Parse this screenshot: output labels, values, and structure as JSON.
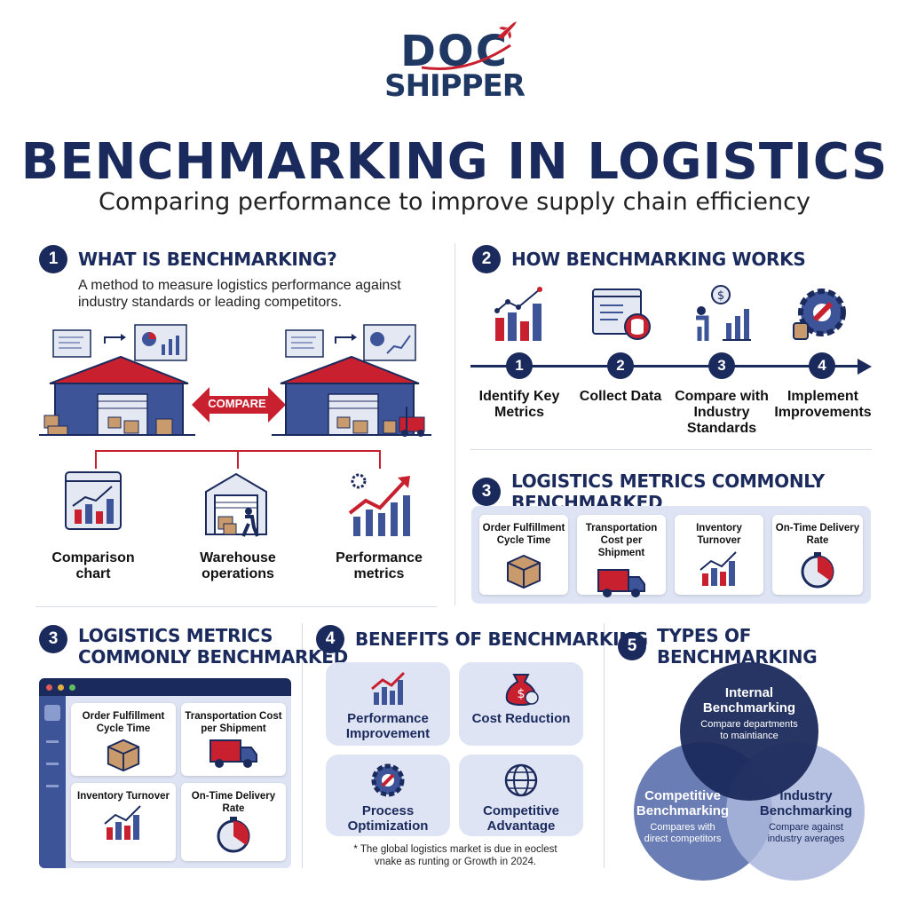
{
  "header": {
    "logo_top": "DOC",
    "logo_bottom": "SHIPPER",
    "title": "BENCHMARKING IN LOGISTICS",
    "subtitle": "Comparing performance to improve supply chain efficiency"
  },
  "section1": {
    "number": "1",
    "title": "WHAT IS BENCHMARKING?",
    "description": "A method to measure logistics performance against industry standards or leading competitors.",
    "compare_label": "COMPARE",
    "items": [
      {
        "label": "Comparison chart"
      },
      {
        "label": "Warehouse operations"
      },
      {
        "label": "Performance metrics"
      }
    ]
  },
  "section2": {
    "number": "2",
    "title": "HOW BENCHMARKING WORKS",
    "steps": [
      {
        "num": "1",
        "label": "Identify Key Metrics"
      },
      {
        "num": "2",
        "label": "Collect Data"
      },
      {
        "num": "3",
        "label": "Compare with Industry Standards"
      },
      {
        "num": "4",
        "label": "Implement Improvements"
      }
    ]
  },
  "section3a": {
    "number": "3",
    "title": "LOGISTICS METRICS COMMONLY BENCHMARKED",
    "cards": [
      {
        "label": "Order Fulfillment Cycle Time"
      },
      {
        "label": "Transportation Cost per Shipment"
      },
      {
        "label": "Inventory Turnover"
      },
      {
        "label": "On-Time Delivery Rate"
      }
    ]
  },
  "section3b": {
    "number": "3",
    "title_line1": "LOGISTICS METRICS",
    "title_line2": "COMMONLY BENCHMARKED",
    "cards": [
      {
        "label": "Order Fulfillment Cycle Time"
      },
      {
        "label": "Transportation Cost per Shipment"
      },
      {
        "label": "Inventory Turnover"
      },
      {
        "label": "On-Time Delivery Rate"
      }
    ]
  },
  "section4": {
    "number": "4",
    "title": "BENEFITS OF BENCHMARKING",
    "items": [
      {
        "label": "Performance Improvement"
      },
      {
        "label": "Cost Reduction"
      },
      {
        "label": "Process Optimization"
      },
      {
        "label": "Competitive Advantage"
      }
    ],
    "footnote_line1": "* The global logistics market is due in eoclest",
    "footnote_line2": "vnake as runting or Growth in 2024."
  },
  "section5": {
    "number": "5",
    "title": "TYPES OF BENCHMARKING",
    "circles": [
      {
        "title": "Internal Benchmarking",
        "desc": "Compare departments to maintiance"
      },
      {
        "title": "Competitive Benchmarking",
        "desc": "Compares with direct competitors"
      },
      {
        "title": "Industry Benchmarking",
        "desc": "Compare against industry averages"
      }
    ]
  },
  "colors": {
    "navy": "#1b2a5c",
    "red": "#c8202f",
    "blue": "#3d5499",
    "light_blue": "#dfe4f4"
  }
}
